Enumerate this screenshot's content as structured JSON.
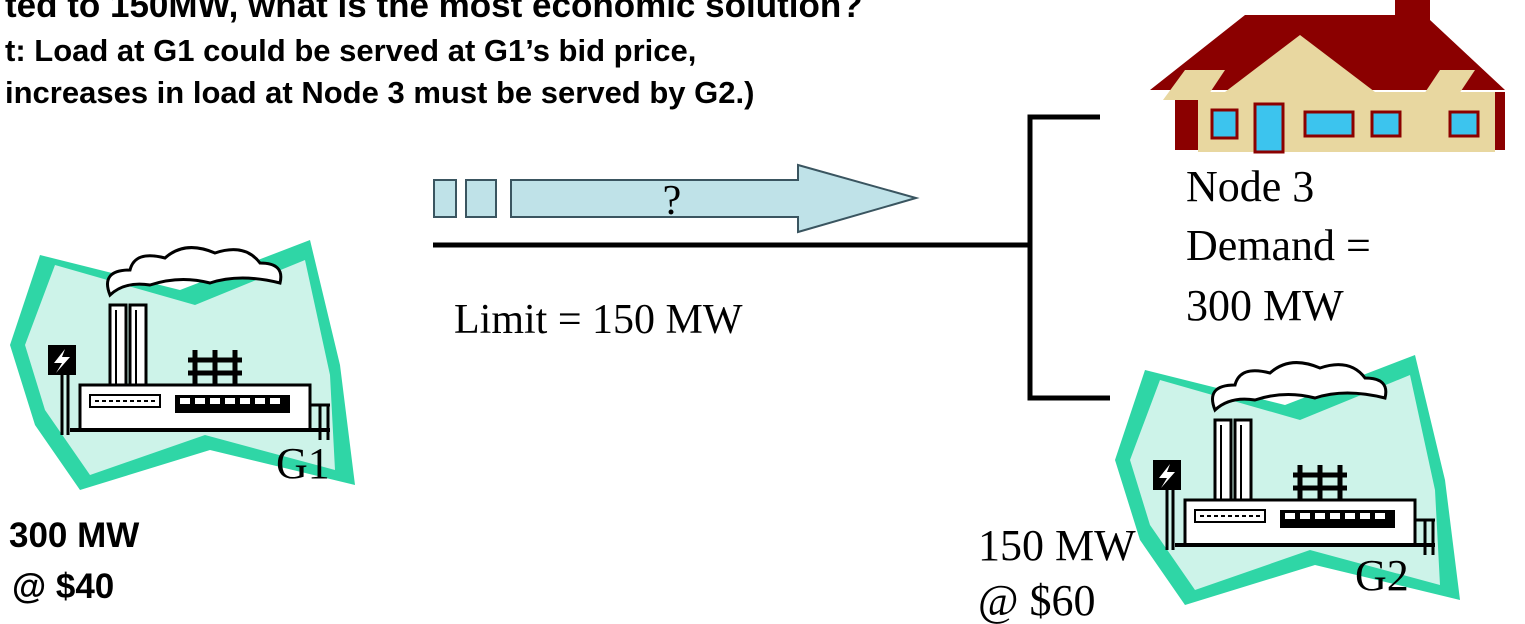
{
  "header": {
    "line1": "ted to 150MW, what is the most economic solution?",
    "line2": "t: Load at G1 could be served at G1’s bid price,",
    "line3": "increases in load at Node 3 must be served by G2.)"
  },
  "flow": {
    "arrow_label": "?",
    "limit_label": "Limit = 150 MW"
  },
  "node3": {
    "line1": "Node 3",
    "line2": "Demand =",
    "line3": "300 MW"
  },
  "g1": {
    "label": "G1",
    "capacity": "300 MW",
    "price": "@ $40"
  },
  "g2": {
    "label": "G2",
    "capacity": "150 MW",
    "price": "@ $60"
  },
  "colors": {
    "arrow_fill": "#bfe2e8",
    "arrow_stroke": "#3a5560",
    "teal": "#2fd6a6",
    "light_teal": "#cdf3e9",
    "house_roof": "#8b0000",
    "house_wall": "#e8d7a0",
    "window": "#3cc4ee"
  },
  "icons": {
    "generator": "power-plant-icon",
    "house": "house-icon"
  }
}
